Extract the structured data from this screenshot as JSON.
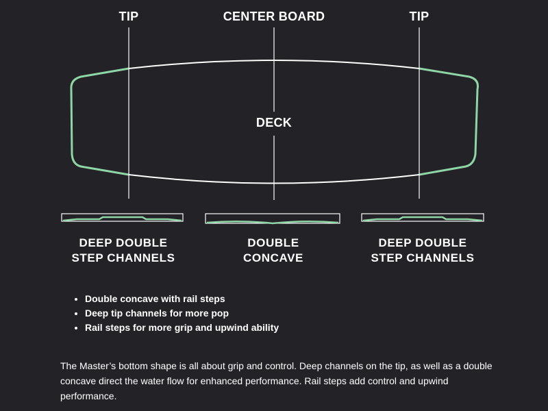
{
  "colors": {
    "background": "#232226",
    "board_outline": "#ffffff",
    "accent_green": "#8fd6a6",
    "text": "#ffffff"
  },
  "labels": {
    "tip_left": "TIP",
    "center_board": "CENTER BOARD",
    "tip_right": "TIP",
    "deck": "DECK"
  },
  "sections": [
    {
      "line1": "DEEP DOUBLE",
      "line2": "STEP CHANNELS"
    },
    {
      "line1": "DOUBLE",
      "line2": "CONCAVE"
    },
    {
      "line1": "DEEP DOUBLE",
      "line2": "STEP CHANNELS"
    }
  ],
  "features": [
    "Double concave with rail steps",
    "Deep tip channels for more pop",
    "Rail steps for more grip and upwind ability"
  ],
  "description": "The Master’s bottom shape is all about grip and control. Deep channels on the tip, as well as a double concave direct the water flow for enhanced performance. Rail steps add control and upwind performance."
}
